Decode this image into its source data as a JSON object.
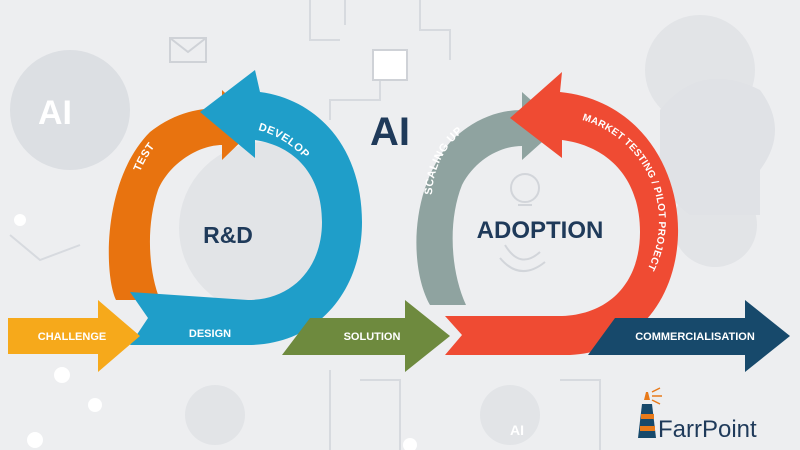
{
  "colors": {
    "background": "#edeef0",
    "challenge": "#f6a91b",
    "test": "#e8730f",
    "develop_design": "#1f9ec9",
    "solution": "#6e8a3e",
    "scaling": "#8fa3a0",
    "market": "#ef4b33",
    "commercialisation": "#17496b",
    "title": "#1f3a5a",
    "logo_orange": "#e87a1a"
  },
  "diagram": {
    "center_title": "AI",
    "loop_left": {
      "title": "R&D",
      "arc_top_left": "TEST",
      "arc_top_right": "DEVELOP",
      "bottom": "DESIGN"
    },
    "loop_right": {
      "title": "ADOPTION",
      "arc_left": "SCALING UP",
      "arc_right": "MARKET TESTING / PILOT PROJECT"
    },
    "flow": {
      "start": "CHALLENGE",
      "middle": "SOLUTION",
      "end": "COMMERCIALISATION"
    }
  },
  "background": {
    "ai_badge_left": "AI",
    "ai_badge_bottom": "AI",
    "icons": [
      "gear-icon",
      "envelope-icon",
      "lightbulb-icon",
      "head-icon",
      "circuit-icon",
      "hands-icon"
    ]
  },
  "logo": {
    "name": "FarrPoint",
    "icon": "lighthouse-icon"
  }
}
